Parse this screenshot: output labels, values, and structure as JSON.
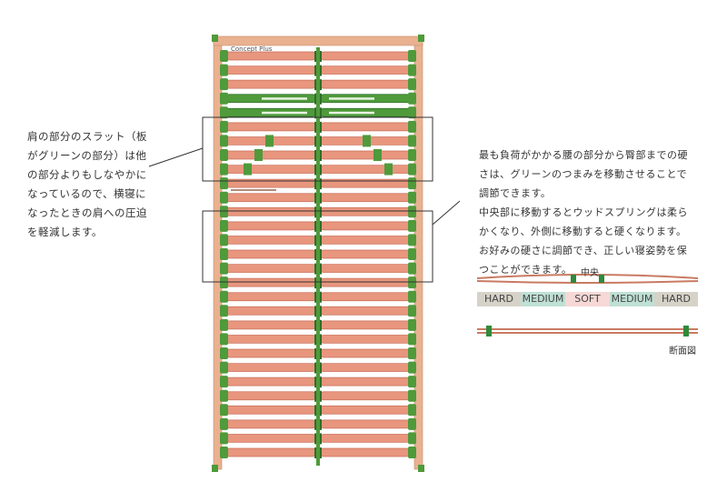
{
  "frame": {
    "brand": "Concept Plus",
    "slat_color": "#e8967e",
    "slat_edge": "#c96f5a",
    "frame_color": "#e9b190",
    "green": "#4f9a3b",
    "green_dark": "#2f6e27",
    "slat_count": 29
  },
  "left_note": {
    "lines": [
      "肩の部分のスラット（板",
      "がグリーンの部分）は他",
      "の部分よりもしなやかに",
      "なっているので、横寝に",
      "なったときの肩への圧迫",
      "を軽減します。"
    ]
  },
  "right_note": {
    "lines": [
      "最も負荷がかかる腰の部分から臀部までの硬",
      "さは、グリーンのつまみを移動させることで",
      "調節できます。",
      "中央部に移動するとウッドスプリングは柔ら",
      "かくなり、外側に移動すると硬くなります。",
      "お好みの硬さに調節でき、正しい寝姿勢を保",
      "つことができます。"
    ]
  },
  "firmness": {
    "center_label": "中央",
    "segments": [
      {
        "label": "HARD",
        "color": "#d6d2c8"
      },
      {
        "label": "MEDIUM",
        "color": "#bfe0d4"
      },
      {
        "label": "SOFT",
        "color": "#f6d8d6"
      },
      {
        "label": "MEDIUM",
        "color": "#bfe0d4"
      },
      {
        "label": "HARD",
        "color": "#d6d2c8"
      }
    ],
    "section_label": "断面図"
  }
}
